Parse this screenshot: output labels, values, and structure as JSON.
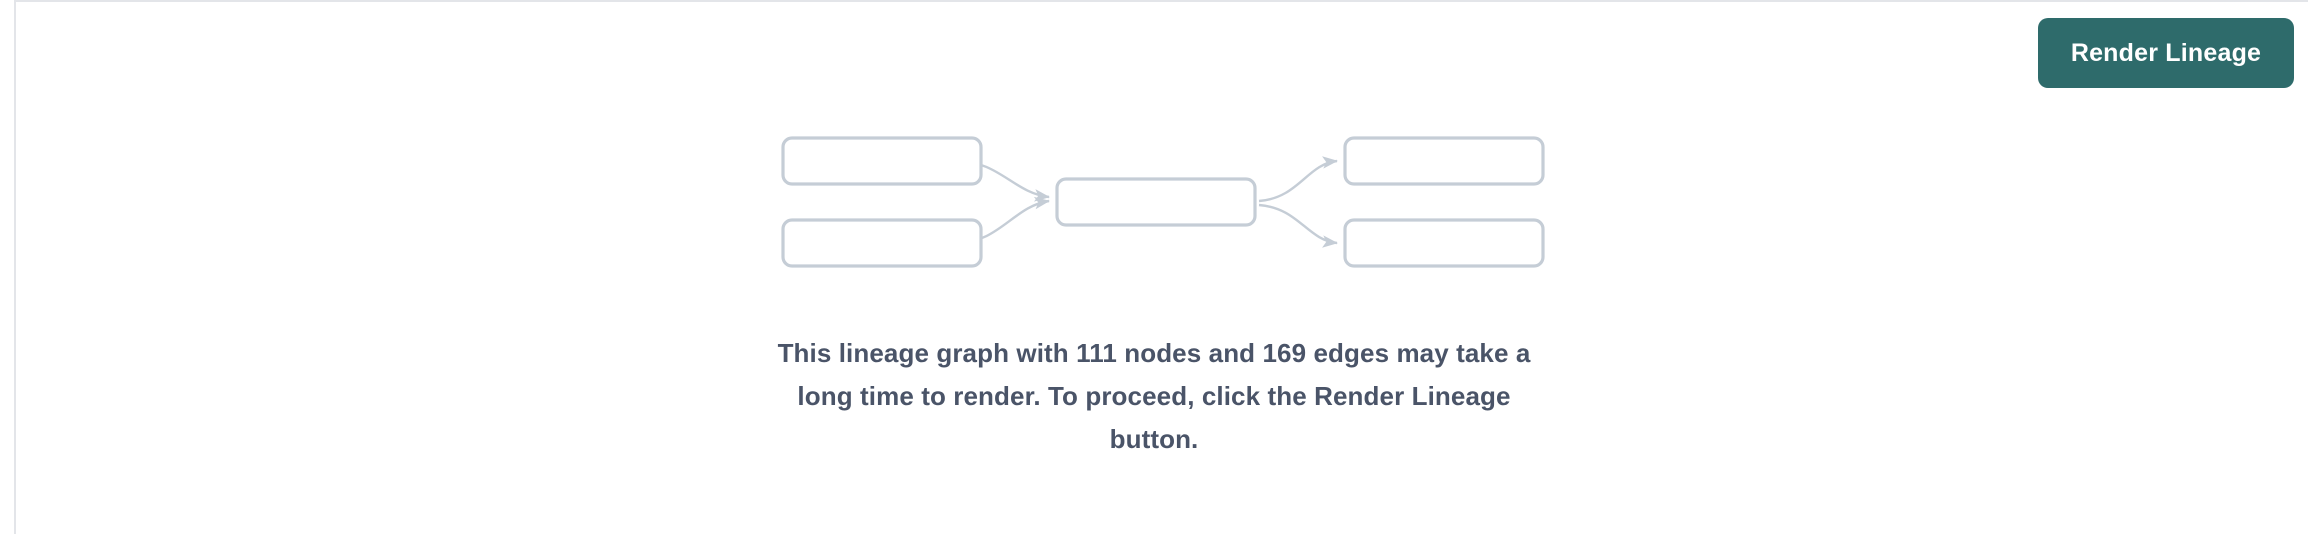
{
  "toolbar": {
    "render_lineage_label": "Render Lineage"
  },
  "empty_state": {
    "message": "This lineage graph with 111 nodes and 169 edges may take a long time to render. To proceed, click the Render Lineage button.",
    "node_count": 111,
    "edge_count": 169,
    "placeholder_graph": {
      "icon_name": "lineage-graph-placeholder-icon",
      "node_boxes": 5,
      "edges": 4
    }
  },
  "colors": {
    "accent": "#2e6b6b",
    "accent_text": "#ffffff",
    "message_text": "#4a5468",
    "placeholder_stroke": "#c5cdd6",
    "frame_rule": "#e3e5e9",
    "background": "#ffffff"
  }
}
